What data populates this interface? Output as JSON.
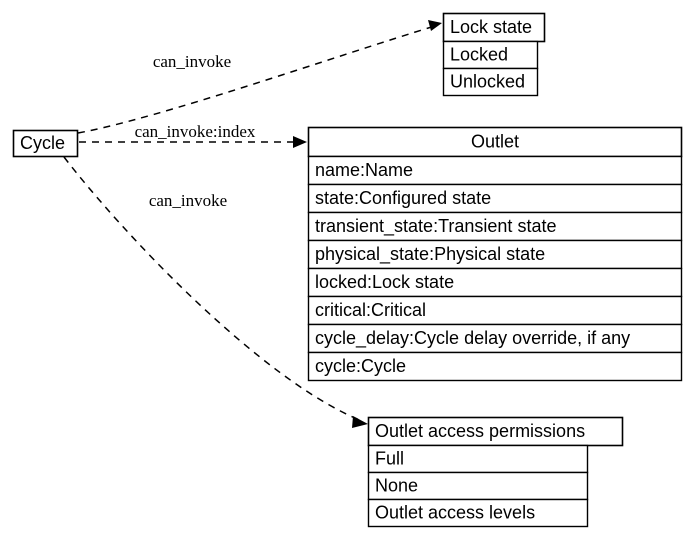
{
  "diagram": {
    "type": "uml-class-diagram",
    "background_color": "#ffffff",
    "line_color": "#000000",
    "nodes": [
      {
        "id": "cycle",
        "name": "Cycle",
        "title": "Cycle",
        "rows": []
      },
      {
        "id": "lock_state",
        "name": "Lock state",
        "title": "Lock state",
        "rows": [
          "Locked",
          "Unlocked"
        ]
      },
      {
        "id": "outlet",
        "name": "Outlet",
        "title": "Outlet",
        "rows": [
          "name:Name",
          "state:Configured state",
          "transient_state:Transient state",
          "physical_state:Physical state",
          "locked:Lock state",
          "critical:Critical",
          "cycle_delay:Cycle delay override, if any",
          "cycle:Cycle"
        ]
      },
      {
        "id": "outlet_access_permissions",
        "name": "Outlet access permissions",
        "title": "Outlet access permissions",
        "rows": [
          "Full",
          "None",
          "Outlet access levels"
        ]
      }
    ],
    "edges": [
      {
        "id": "edge-cycle-lockstate",
        "from": "Cycle",
        "to": "Lock state",
        "label": "can_invoke"
      },
      {
        "id": "edge-cycle-outlet",
        "from": "Cycle",
        "to": "Outlet",
        "label": "can_invoke:index"
      },
      {
        "id": "edge-cycle-permissions",
        "from": "Cycle",
        "to": "Outlet access permissions",
        "label": "can_invoke"
      }
    ]
  }
}
